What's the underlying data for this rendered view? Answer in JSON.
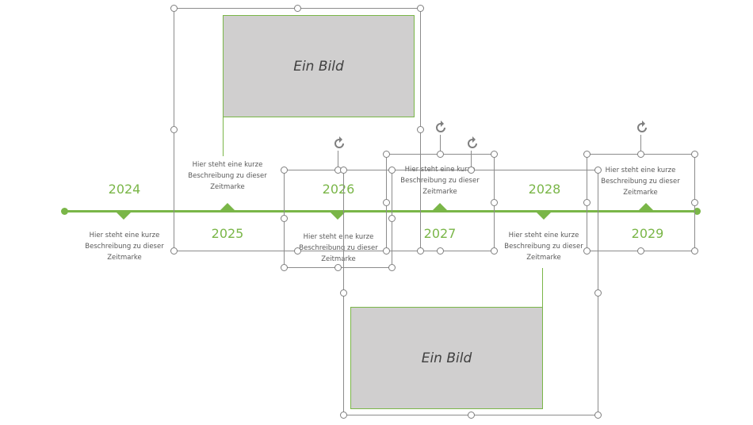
{
  "images": [
    {
      "label": "Ein Bild"
    },
    {
      "label": "Ein Bild"
    }
  ],
  "years": [
    "2024",
    "2025",
    "2026",
    "2027",
    "2028",
    "2029"
  ],
  "descriptions": [
    {
      "line1": "Hier steht eine kurze",
      "line2": "Beschreibung zu dieser",
      "line3": "Zeitmarke"
    },
    {
      "line1": "Hier steht eine kurze",
      "line2": "Beschreibung zu dieser",
      "line3": "Zeitmarke"
    },
    {
      "line1": "Hier steht eine kurze",
      "line2": "Beschreibung zu dieser",
      "line3": "Zeitmarke"
    },
    {
      "line1": "Hier steht eine kurze",
      "line2": "Beschreibung zu dieser",
      "line3": "Zeitmarke"
    },
    {
      "line1": "Hier steht eine kurze",
      "line2": "Beschreibung zu dieser",
      "line3": "Zeitmarke"
    },
    {
      "line1": "Hier steht eine kurze",
      "line2": "Beschreibung zu dieser",
      "line3": "Zeitmarke"
    }
  ],
  "colors": {
    "accent": "#7ab648",
    "image_fill": "#d0cfcf",
    "text": "#595959",
    "selection": "#8c8c8c"
  },
  "icons": {
    "rotate": "rotate-handle-icon",
    "resize": "resize-handle"
  }
}
